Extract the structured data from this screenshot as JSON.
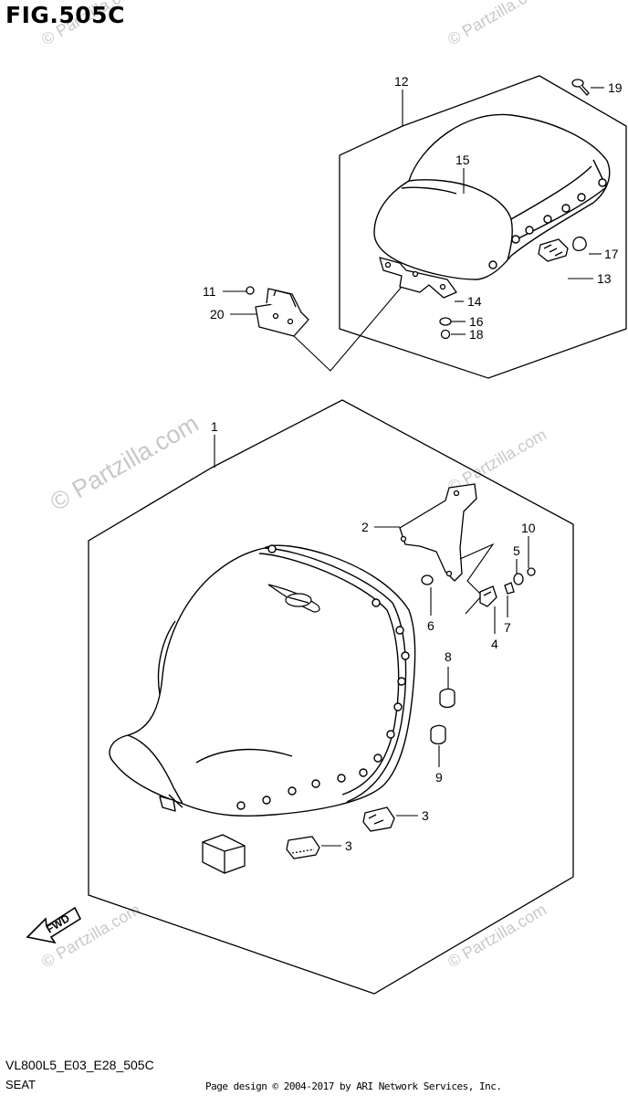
{
  "figure": {
    "title": "FIG.505C",
    "code": "VL800L5_E03_E28_505C",
    "name": "SEAT",
    "copyright": "Page design © 2004-2017 by ARI Network Services, Inc."
  },
  "watermark": {
    "large": "© Partzilla.com",
    "small": "© Partzilla.com"
  },
  "fwd_label": "FWD",
  "callouts": {
    "c1": "1",
    "c2": "2",
    "c3a": "3",
    "c3b": "3",
    "c4": "4",
    "c5": "5",
    "c6": "6",
    "c7": "7",
    "c8": "8",
    "c9": "9",
    "c10": "10",
    "c11": "11",
    "c12": "12",
    "c13": "13",
    "c14": "14",
    "c15": "15",
    "c16": "16",
    "c17": "17",
    "c18": "18",
    "c19": "19",
    "c20": "20"
  }
}
